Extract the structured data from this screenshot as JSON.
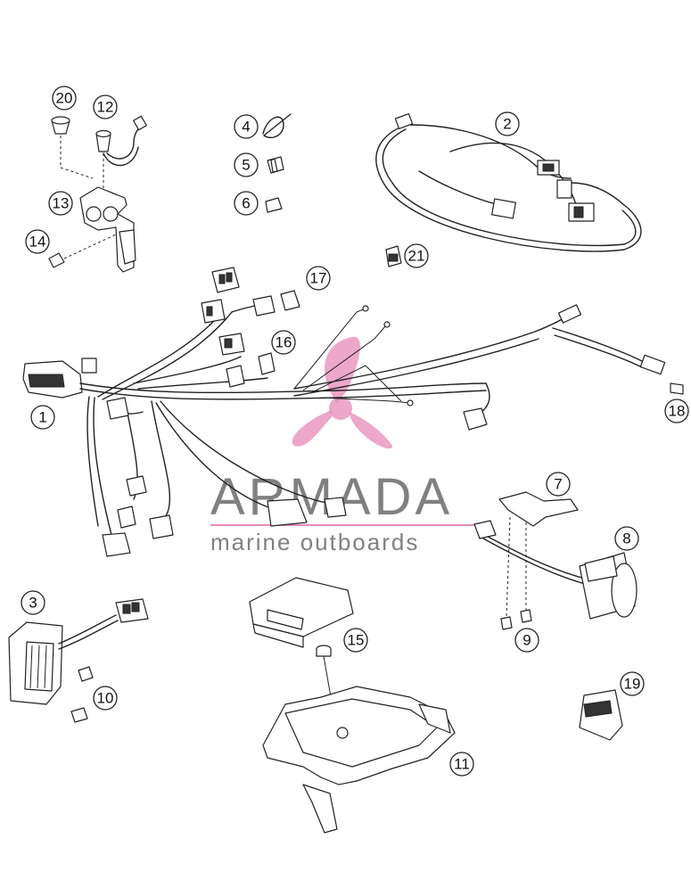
{
  "watermark": {
    "brand": "ARMADA",
    "tagline": "marine outboards",
    "logo_icon": "propeller-logo-icon",
    "logo_color": "#e58ab8",
    "line_color": "#e58ab8",
    "text_color": "#555555"
  },
  "callouts": {
    "c1": "1",
    "c2": "2",
    "c3": "3",
    "c4": "4",
    "c5": "5",
    "c6": "6",
    "c7": "7",
    "c8": "8",
    "c9": "9",
    "c10": "10",
    "c11": "11",
    "c12": "12",
    "c13": "13",
    "c14": "14",
    "c15": "15",
    "c16": "16",
    "c17": "17",
    "c18": "18",
    "c19": "19",
    "c20": "20",
    "c21": "21"
  }
}
